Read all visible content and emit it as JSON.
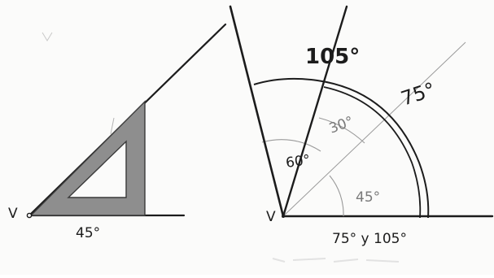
{
  "left_figure": {
    "vertex_label": "V",
    "angle_label": "45°"
  },
  "right_figure": {
    "vertex_label": "V",
    "label_105": "105°",
    "label_75": "75°",
    "label_30": "30°",
    "label_60": "60°",
    "label_45": "45°",
    "caption": "75° y 105°"
  },
  "colors": {
    "ink": "#1c1c1c",
    "pencil": "#8a8a8a",
    "square_fill": "#8e8e8e",
    "paper": "#fbfbfa"
  }
}
